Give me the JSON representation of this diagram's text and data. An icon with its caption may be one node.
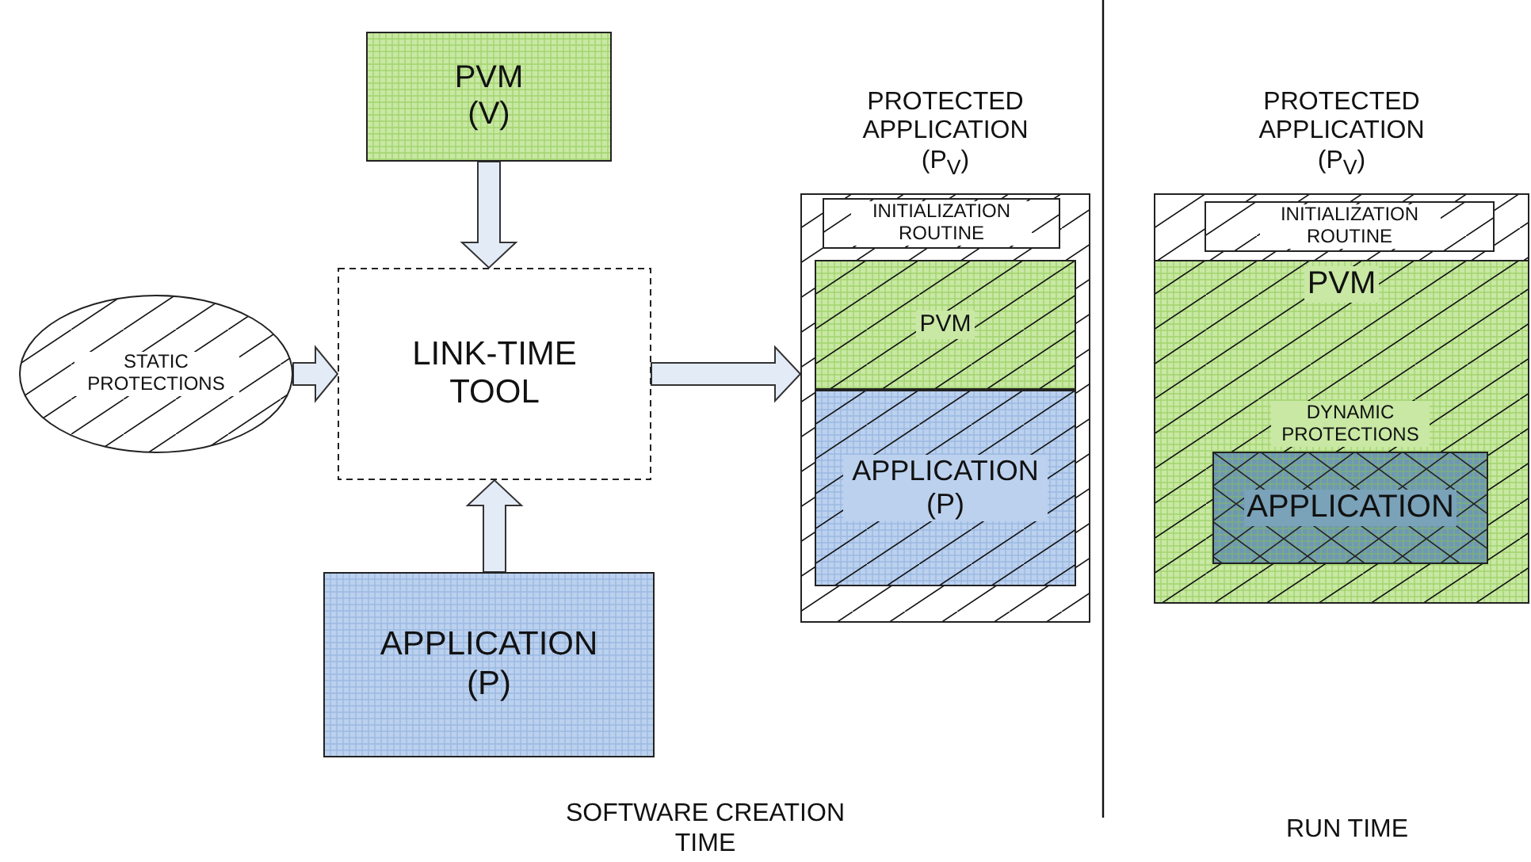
{
  "diagram": {
    "nodes": [
      {
        "text": [
          "PVM (V)"
        ]
      },
      {
        "text": [
          "STATIC PROTECTIONS"
        ]
      },
      {
        "text": [
          "LINK-TIME TOOL"
        ]
      },
      {
        "text": [
          "APPLICATION (P)"
        ]
      },
      {
        "text": [
          "PROTECTED APPLICATION (P$_{V}$)"
        ]
      },
      {
        "text": [
          "INITIALIZATION ROUTINE"
        ],
        "in": 4
      },
      {
        "text": [
          "PVM"
        ],
        "in": 4
      },
      {
        "text": [
          "APPLICATION (P)"
        ],
        "in": 4
      },
      {
        "text": [
          "PROTECTED APPLICATION (P$_{V}$)"
        ]
      },
      {
        "text": [
          "INITIALIZATION ROUTINE"
        ],
        "in": 8
      },
      {
        "text": [
          "PVM"
        ],
        "in": 8
      },
      {
        "text": [
          "APPLICATION"
        ],
        "beside": [
          "DYNAMIC PROTECTIONS"
        ],
        "in": 10
      }
    ],
    "edges": [
      {
        "from": 0,
        "to": 2,
        "arrow": "to"
      },
      {
        "from": 1,
        "to": 2,
        "arrow": "to"
      },
      {
        "from": 3,
        "to": 2,
        "arrow": "to"
      },
      {
        "from": 2,
        "to": 4,
        "arrow": "to"
      }
    ],
    "labels": [
      "SOFTWARE CREATION TIME",
      "RUN TIME"
    ]
  }
}
